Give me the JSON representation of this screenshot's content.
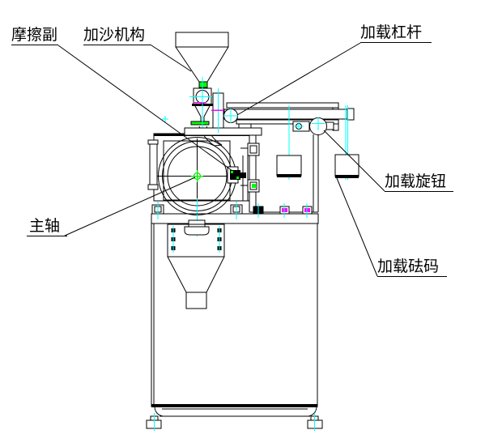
{
  "diagram": {
    "title": "friction-wear-tester-assembly-drawing",
    "labels": {
      "friction_pair": "摩擦副",
      "sand_feeder": "加沙机构",
      "loading_lever": "加载杠杆",
      "loading_knob": "加载旋钮",
      "loading_weight": "加载砝码",
      "main_shaft": "主轴"
    },
    "colors": {
      "line": "#000000",
      "centerline": "#00ffff",
      "highlight": "#00ff00",
      "accent": "#ff00ff",
      "background": "#ffffff"
    }
  }
}
